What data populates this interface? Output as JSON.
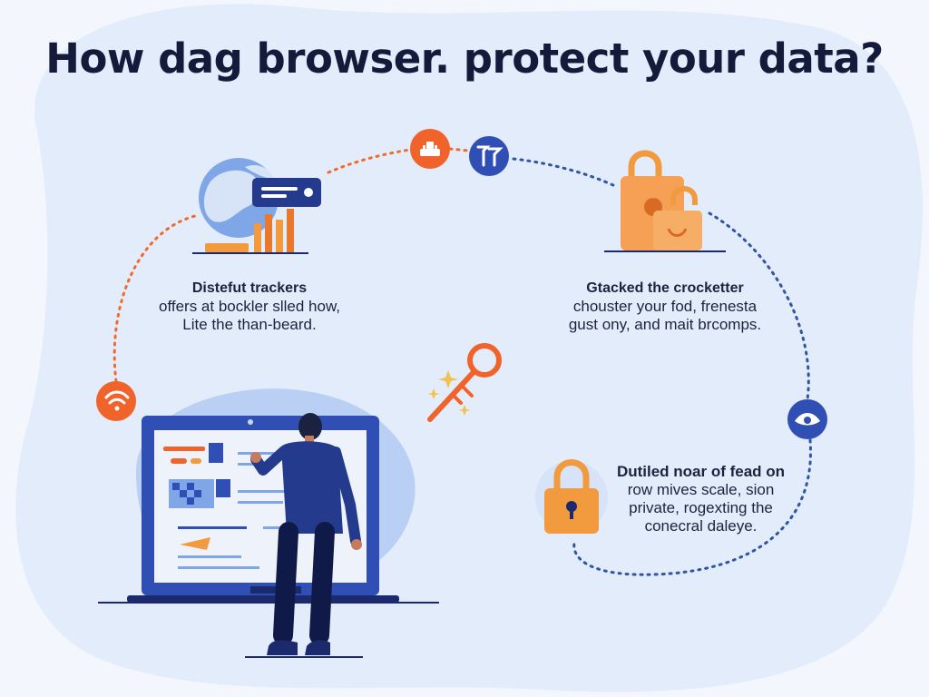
{
  "title": "How dag browser. protect your data?",
  "features": [
    {
      "name": "trackers",
      "lines": [
        "Distefut trackers",
        "offers at bockler slled how,",
        "Lite the than-beard."
      ]
    },
    {
      "name": "locks",
      "lines": [
        "Gtacked the crocketter",
        "chouster your fod, frenesta",
        "gust ony, and mait brcomps."
      ]
    },
    {
      "name": "privacy",
      "lines": [
        "Dutiled noar of fead on",
        "row mives scale, sion",
        "private, rogexting the",
        "conecral daleye."
      ]
    }
  ],
  "colors": {
    "background": "#f3f7fd",
    "blob": "#e3ecfa",
    "navy": "#1a2a6c",
    "blue": "#2f4fb4",
    "orange": "#f0642c",
    "amber": "#f29a3e",
    "dots_blue": "#2f55a5",
    "dots_orange": "#ef6a2e"
  },
  "icons": [
    "wifi-icon",
    "browser-icon",
    "tools-icon",
    "eye-icon",
    "padlock-icon",
    "key-icon",
    "globe-icon"
  ]
}
